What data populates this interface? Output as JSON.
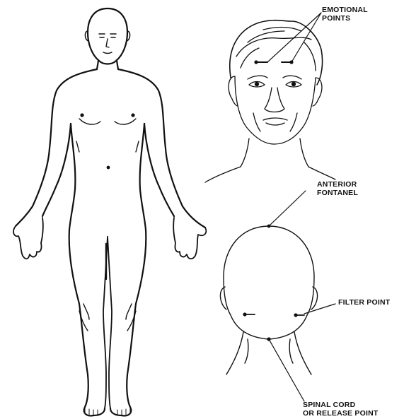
{
  "labels": {
    "emotional_points": [
      "EMOTIONAL",
      "POINTS"
    ],
    "anterior_fontanel": [
      "ANTERIOR",
      "FONTANEL"
    ],
    "filter_point": "FILTER POINT",
    "spinal_cord": [
      "SPINAL CORD",
      "OR RELEASE POINT"
    ]
  },
  "colors": {
    "line": "#111111",
    "background": "#ffffff"
  }
}
